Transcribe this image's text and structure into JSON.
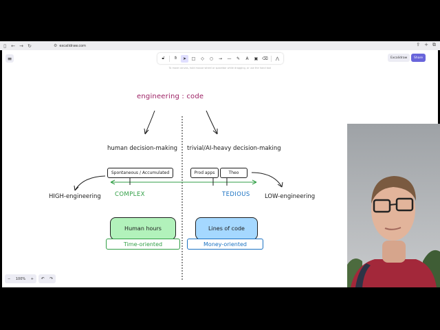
{
  "browser": {
    "url": "excalidraw.com",
    "nav_icons": [
      "sidebar-icon",
      "back-icon",
      "forward-icon",
      "reload-icon"
    ]
  },
  "app": {
    "menu_icon": "hamburger-icon",
    "tools": [
      "lock-icon",
      "hand-icon",
      "pointer-icon",
      "rectangle-icon",
      "diamond-icon",
      "ellipse-icon",
      "arrow-icon",
      "line-icon",
      "pencil-icon",
      "text-icon",
      "image-icon",
      "eraser-icon",
      "more-tools-icon"
    ],
    "hint": "To move canvas, hold mouse wheel or spacebar while dragging, or use the hand tool",
    "library_label": "Excalidraw",
    "share_label": "Share",
    "zoom_label": "100%",
    "zoom_out": "−",
    "zoom_in": "+",
    "undo": "↶",
    "redo": "↷"
  },
  "drawing": {
    "title": "engineering : code",
    "left_heading": "human decision-making",
    "right_heading": "trivial/AI-heavy decision-making",
    "box_spontaneous": "Spontaneous / Accumulated",
    "box_prod_apps": "Prod apps",
    "box_theo": "Theo",
    "high_engineering": "HIGH-engineering",
    "low_engineering": "LOW-engineering",
    "complex": "COMPLEX",
    "tedious": "TEDIOUS",
    "human_hours": "Human hours",
    "time_oriented": "Time-oriented",
    "lines_of_code": "Lines of code",
    "money_oriented": "Money-oriented",
    "colors": {
      "title": "#9c1f63",
      "green_fill": "#b2f2bb",
      "blue_fill": "#a5d8ff",
      "green_text": "#2f9e44",
      "blue_text": "#1971c2"
    }
  }
}
